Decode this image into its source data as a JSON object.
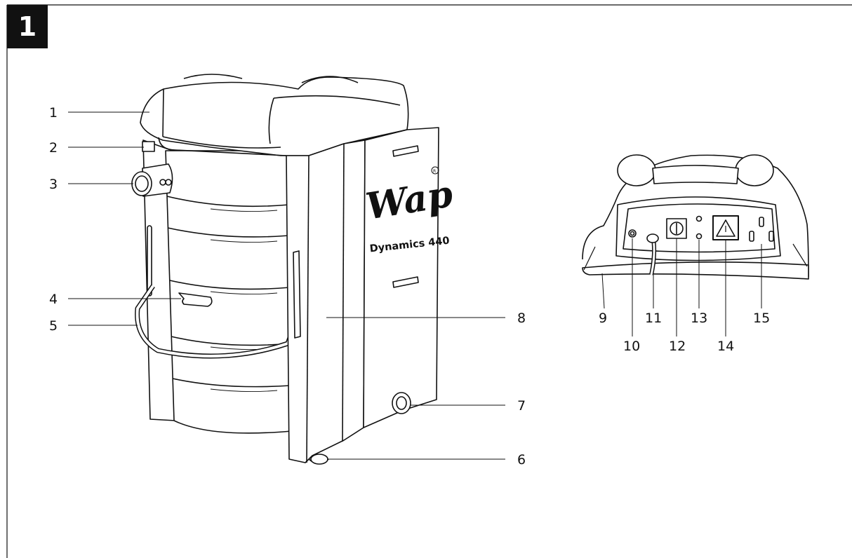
{
  "figure": {
    "number": "1"
  },
  "product": {
    "brand": "Wap",
    "registered_mark": "R",
    "model": "Dynamics 440"
  },
  "callouts": [
    "1",
    "2",
    "3",
    "4",
    "5",
    "6",
    "7",
    "8",
    "9",
    "10",
    "11",
    "12",
    "13",
    "14",
    "15"
  ],
  "colors": {
    "line": "#111111",
    "background": "#ffffff",
    "badge": "#111111"
  }
}
